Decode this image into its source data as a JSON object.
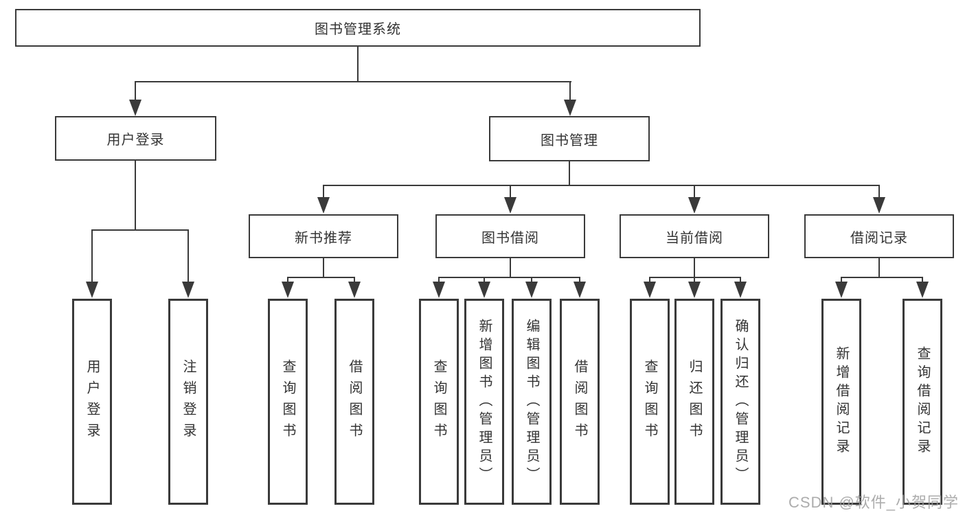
{
  "root": {
    "label": "图书管理系统"
  },
  "level2": {
    "user_login": {
      "label": "用户登录",
      "children": [
        "用户登录",
        "注销登录"
      ]
    },
    "book_mgmt": {
      "label": "图书管理"
    }
  },
  "groups": [
    {
      "label": "新书推荐",
      "children": [
        "查询图书",
        "借阅图书"
      ]
    },
    {
      "label": "图书借阅",
      "children": [
        "查询图书",
        "新增图书（管理员）",
        "编辑图书（管理员）",
        "借阅图书"
      ]
    },
    {
      "label": "当前借阅",
      "children": [
        "查询图书",
        "归还图书",
        "确认归还（管理员）"
      ]
    },
    {
      "label": "借阅记录",
      "children": [
        "新增借阅记录",
        "查询借阅记录"
      ]
    }
  ],
  "watermark": "CSDN @软件_小贺同学",
  "colors": {
    "line": "#3a3a3a",
    "box_border": "#3a3a3a",
    "box_bg": "#ffffff",
    "text": "#333333",
    "watermark": "#9e9e9e"
  }
}
